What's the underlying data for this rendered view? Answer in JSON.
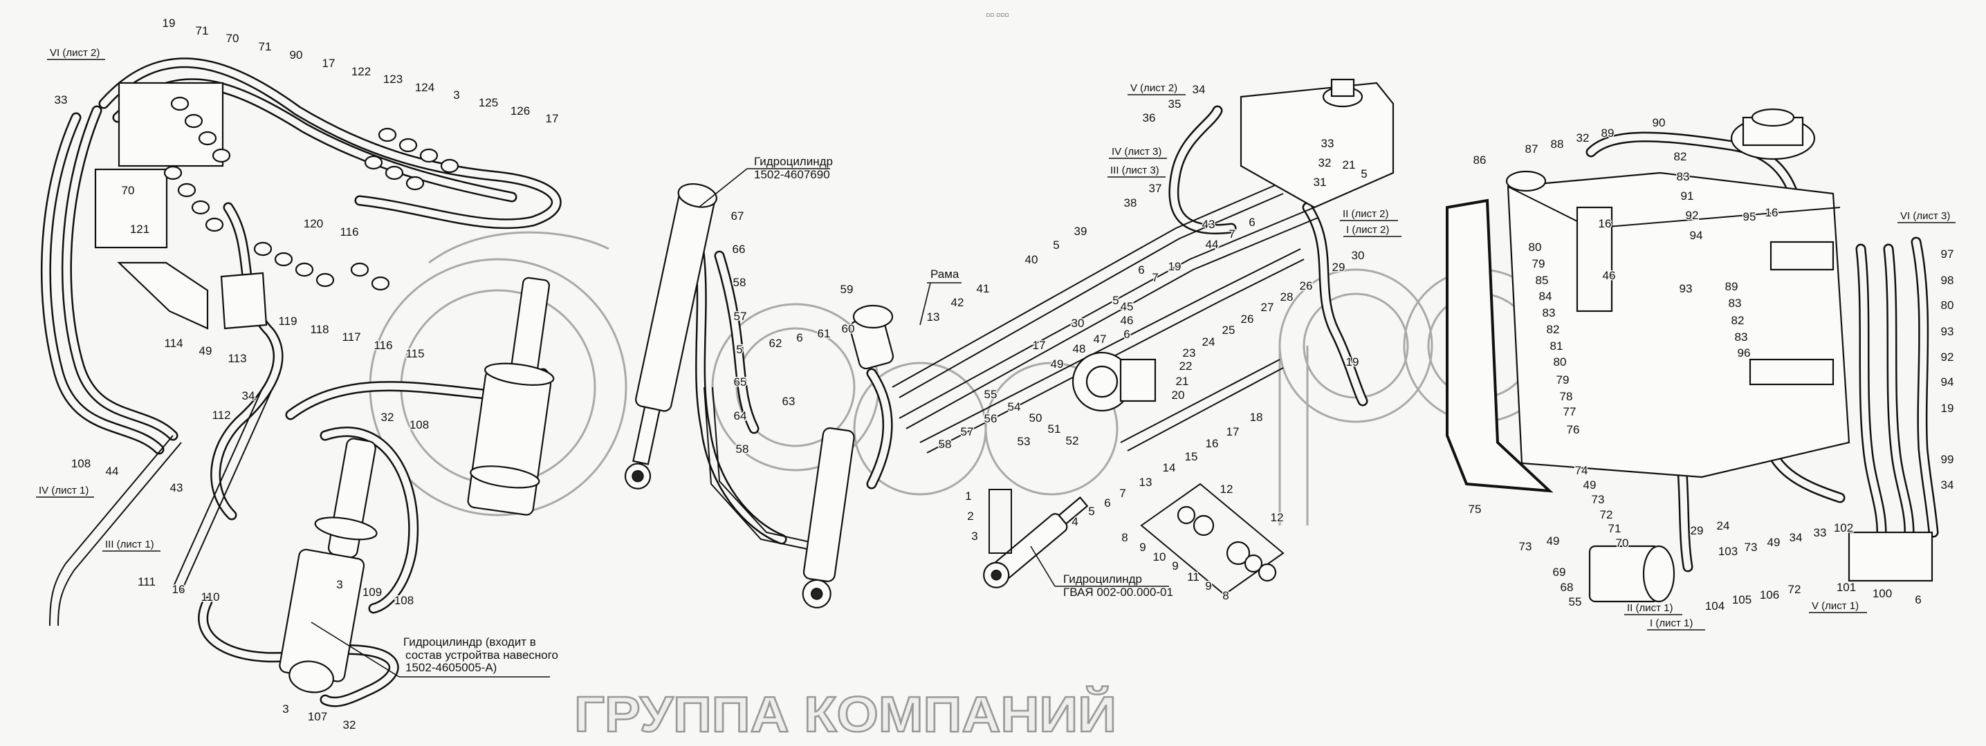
{
  "header_glyphs": "▫▫ ▫▫▫",
  "watermark": {
    "logo": "бамгро",
    "subtitle": "ГРУППА КОМПАНИЙ"
  },
  "notes": {
    "cyl_center_title": "Гидроцилиндр",
    "cyl_center_code": "1502-4607690",
    "cyl_left_line1": "Гидроцилиндр (входит в",
    "cyl_left_line2": "состав устройтва навесного",
    "cyl_left_line3": "1502-4605005-А)",
    "cyl_small_title": "Гидроцилиндр",
    "cyl_small_code": "ГВАЯ 002-00.000-01",
    "frame": "Рама"
  },
  "sheet_refs": [
    "VI (лист 2)",
    "IV (лист 1)",
    "III (лист 1)",
    "V (лист 2)",
    "IV (лист 3)",
    "III (лист 3)",
    "II (лист 2)",
    "I (лист 2)",
    "VI (лист 3)",
    "II (лист 1)",
    "I (лист 1)",
    "V (лист 1)"
  ],
  "callouts": [
    "19",
    "71",
    "70",
    "71",
    "90",
    "17",
    "122",
    "123",
    "124",
    "3",
    "125",
    "126",
    "17",
    "33",
    "70",
    "121",
    "120",
    "116",
    "119",
    "118",
    "117",
    "116",
    "115",
    "114",
    "49",
    "113",
    "34",
    "112",
    "32",
    "108",
    "108",
    "44",
    "43",
    "111",
    "16",
    "110",
    "3",
    "109",
    "108",
    "3",
    "107",
    "32",
    "67",
    "66",
    "58",
    "57",
    "5",
    "62",
    "6",
    "61",
    "60",
    "59",
    "13",
    "42",
    "41",
    "40",
    "5",
    "39",
    "6",
    "7",
    "5",
    "30",
    "17",
    "38",
    "37",
    "19",
    "45",
    "46",
    "6",
    "47",
    "48",
    "49",
    "34",
    "35",
    "36",
    "43",
    "44",
    "6",
    "7",
    "28",
    "27",
    "26",
    "25",
    "24",
    "23",
    "22",
    "21",
    "20",
    "18",
    "17",
    "16",
    "15",
    "14",
    "13",
    "12",
    "12",
    "55",
    "54",
    "56",
    "57",
    "58",
    "50",
    "51",
    "52",
    "53",
    "65",
    "63",
    "64",
    "58",
    "7",
    "6",
    "5",
    "4",
    "1",
    "2",
    "3",
    "8",
    "9",
    "10",
    "9",
    "11",
    "9",
    "8",
    "33",
    "32",
    "21",
    "31",
    "5",
    "30",
    "29",
    "26",
    "19",
    "86",
    "87",
    "88",
    "32",
    "89",
    "90",
    "82",
    "83",
    "91",
    "92",
    "94",
    "93",
    "95",
    "16",
    "80",
    "79",
    "85",
    "84",
    "83",
    "82",
    "81",
    "80",
    "16",
    "46",
    "97",
    "98",
    "80",
    "93",
    "92",
    "89",
    "83",
    "82",
    "83",
    "96",
    "79",
    "78",
    "77",
    "76",
    "74",
    "75",
    "49",
    "73",
    "72",
    "71",
    "70",
    "73",
    "49",
    "69",
    "68",
    "55",
    "29",
    "24",
    "104",
    "105",
    "106",
    "72",
    "103",
    "73",
    "49",
    "34",
    "33",
    "102",
    "101",
    "100",
    "6",
    "94",
    "19",
    "99",
    "34"
  ]
}
